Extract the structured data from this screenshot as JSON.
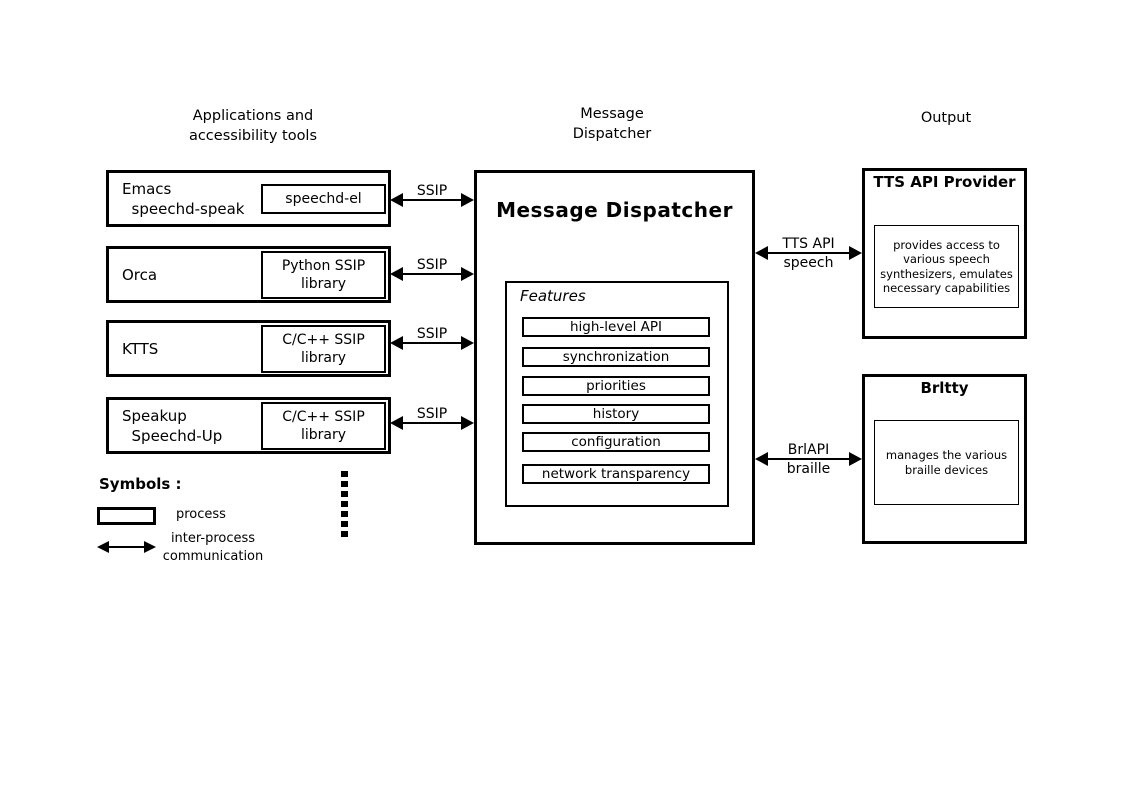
{
  "colors": {
    "ink": "#000000",
    "background": "#ffffff"
  },
  "headings": {
    "apps": "Applications and\naccessibility tools",
    "dispatcher": "Message\nDispatcher",
    "output": "Output"
  },
  "apps": [
    {
      "name": "Emacs\n  speechd-speak",
      "lib": "speechd-el",
      "protocol": "SSIP"
    },
    {
      "name": "Orca",
      "lib": "Python SSIP\nlibrary",
      "protocol": "SSIP"
    },
    {
      "name": "KTTS",
      "lib": "C/C++ SSIP\nlibrary",
      "protocol": "SSIP"
    },
    {
      "name": "Speakup\n  Speechd-Up",
      "lib": "C/C++ SSIP\nlibrary",
      "protocol": "SSIP"
    }
  ],
  "dispatcher": {
    "title": "Message Dispatcher",
    "features_label": "Features",
    "features": [
      "high-level API",
      "synchronization",
      "priorities",
      "history",
      "configuration",
      "network transparency"
    ]
  },
  "outputs": [
    {
      "title": "TTS API Provider",
      "description": "provides access to\nvarious speech\nsynthesizers, emulates\nnecessary capabilities",
      "arrow_top": "TTS API",
      "arrow_bottom": "speech"
    },
    {
      "title": "Brltty",
      "description": "manages the various\nbraille devices",
      "arrow_top": "BrlAPI",
      "arrow_bottom": "braille"
    }
  ],
  "legend": {
    "title": "Symbols :",
    "process_label": "process",
    "ipc_label": "inter-process\ncommunication"
  }
}
